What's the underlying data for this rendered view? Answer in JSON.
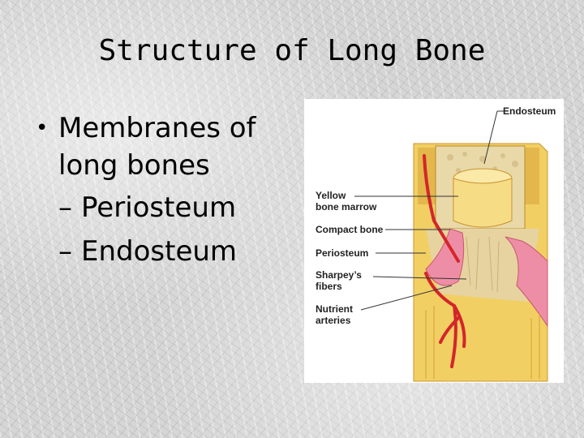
{
  "slide": {
    "title": "Structure of Long Bone",
    "bullet": {
      "text_line1": "Membranes of",
      "text_line2": "long bones",
      "subitems": [
        "Periosteum",
        "Endosteum"
      ]
    }
  },
  "figure": {
    "labels": {
      "endosteum": "Endosteum",
      "yellow_marrow_line1": "Yellow",
      "yellow_marrow_line2": "bone marrow",
      "compact_bone": "Compact bone",
      "periosteum": "Periosteum",
      "sharpeys_line1": "Sharpey’s",
      "sharpeys_line2": "fibers",
      "nutrient_line1": "Nutrient",
      "nutrient_line2": "arteries"
    }
  },
  "colors": {
    "bone": "#f2cf63",
    "bone_shade": "#d9a93a",
    "marrow": "#f7dc86",
    "artery": "#d3262a",
    "periosteum": "#ee8ea6"
  }
}
